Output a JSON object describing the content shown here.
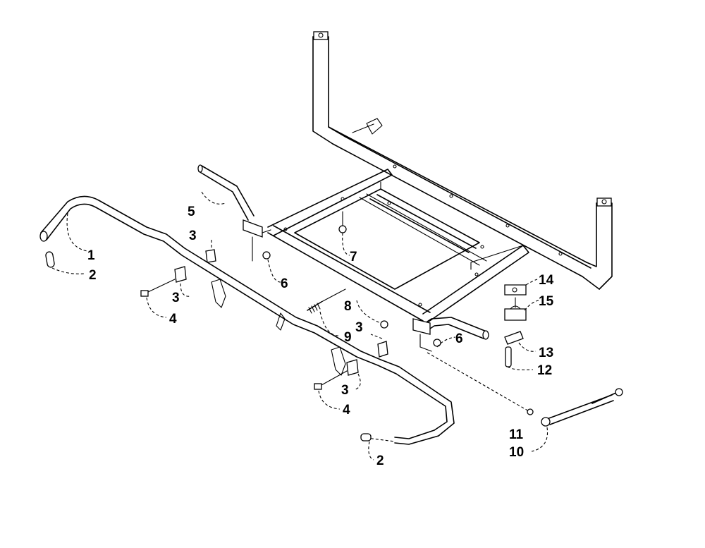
{
  "callouts": {
    "c1": "1",
    "c2a": "2",
    "c2b": "2",
    "c3a": "3",
    "c3b": "3",
    "c3c": "3",
    "c3d": "3",
    "c4a": "4",
    "c4b": "4",
    "c5": "5",
    "c6a": "6",
    "c6b": "6",
    "c7": "7",
    "c8": "8",
    "c9": "9",
    "c10": "10",
    "c11": "11",
    "c12": "12",
    "c13": "13",
    "c14": "14",
    "c15": "15"
  }
}
